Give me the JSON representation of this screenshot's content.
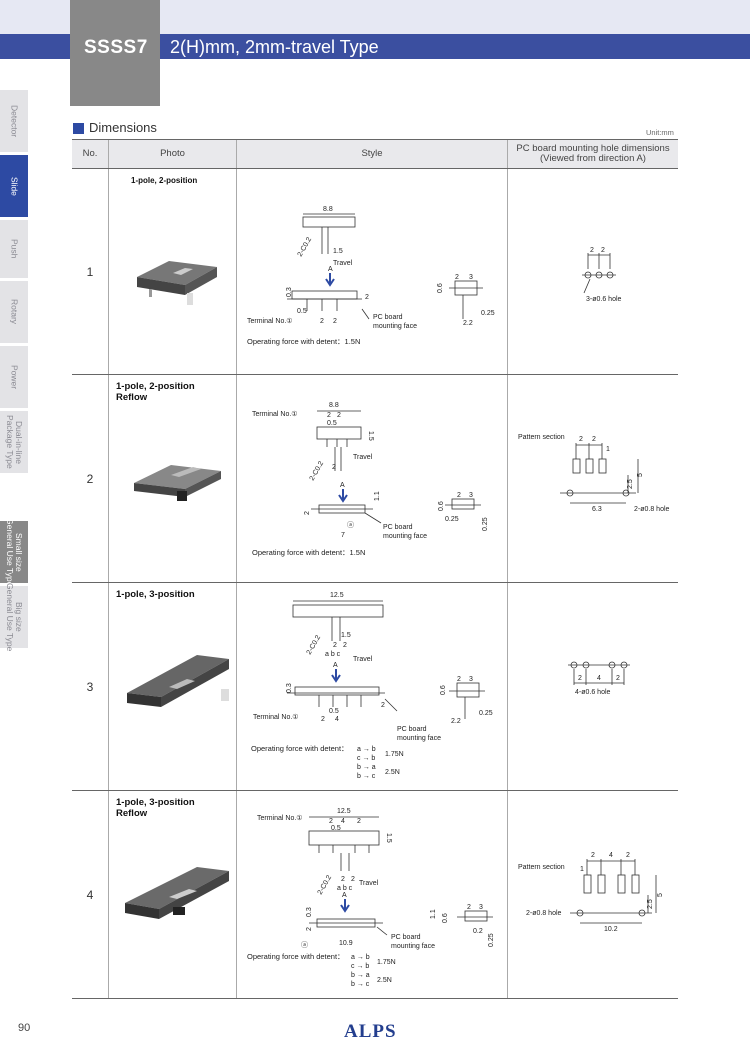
{
  "header": {
    "series": "SSSS7",
    "title": "2(H)mm, 2mm-travel Type"
  },
  "side_tabs": [
    {
      "label": "Detector"
    },
    {
      "label": "Slide"
    },
    {
      "label": "Push"
    },
    {
      "label": "Rotary"
    },
    {
      "label": "Power"
    },
    {
      "label": "Dual-in-line\nPackage Type"
    },
    {
      "label": "Small size\nGeneral Use Type"
    },
    {
      "label": "Big size\nGeneral Use Type"
    }
  ],
  "section": {
    "title": "Dimensions",
    "unit": "Unit:mm"
  },
  "table": {
    "headers": {
      "no": "No.",
      "photo": "Photo",
      "style": "Style",
      "hole_line1": "PC board mounting hole dimensions",
      "hole_line2": "(Viewed from direction A)"
    },
    "rows": [
      {
        "no": "1",
        "photo_line1": "1-pole, 2-position",
        "photo_line2": "",
        "style": {
          "width": "8.8",
          "d_15": "1.5",
          "chamfer": "2-C0.2",
          "travel": "Travel",
          "a": "A",
          "d_03": "0.3",
          "d_05": "0.5",
          "d_2a": "2",
          "d_2b": "2",
          "d_2c": "2",
          "terminal": "Terminal No.①",
          "pcb1": "PC board",
          "pcb2": "mounting face",
          "s_06": "0.6",
          "s_2": "2",
          "s_3": "3",
          "s_025": "0.25",
          "s_22": "2.2",
          "force": "Operating force with detent：1.5N"
        },
        "hole": {
          "p1": "2",
          "p2": "2",
          "note": "3-ø0.6 hole"
        }
      },
      {
        "no": "2",
        "photo_line1": "1-pole, 2-position",
        "photo_line2": "Reflow",
        "style": {
          "width": "8.8",
          "terminal": "Terminal No.①",
          "d_2a": "2",
          "d_2b": "2",
          "d_05": "0.5",
          "d_15": "1.5",
          "chamfer": "2-C0.2",
          "d_2c": "2",
          "travel": "Travel",
          "a": "A",
          "d_2d": "2",
          "d_11": "1.1",
          "a_lbl": "ⓐ",
          "d_7": "7",
          "pcb1": "PC board",
          "pcb2": "mounting face",
          "s_06": "0.6",
          "s_2": "2",
          "s_3": "3",
          "s_025a": "0.25",
          "s_025b": "0.25",
          "force": "Operating force with detent：1.5N"
        },
        "hole": {
          "pattern": "Pattern section",
          "p1": "2",
          "p2": "2",
          "p3": "1",
          "v5": "5",
          "v25": "2.5",
          "w63": "6.3",
          "note": "2-ø0.8 hole"
        }
      },
      {
        "no": "3",
        "photo_line1": "1-pole, 3-position",
        "photo_line2": "",
        "style": {
          "width": "12.5",
          "chamfer": "2-C0.2",
          "d_15": "1.5",
          "d_2a": "2",
          "d_2b": "2",
          "abc": "a  b  c",
          "travel": "Travel",
          "a": "A",
          "d_03": "0.3",
          "d_05": "0.5",
          "d_2c": "2",
          "d_4": "4",
          "d_2d": "2",
          "terminal": "Terminal No.①",
          "pcb1": "PC board",
          "pcb2": "mounting face",
          "s_06": "0.6",
          "s_2": "2",
          "s_3": "3",
          "s_025": "0.25",
          "s_22": "2.2",
          "force": "Operating force with detent：",
          "f1": "a → b",
          "f2": "c → b",
          "f3": "b → a",
          "f4": "b → c",
          "fa": "1.75N",
          "fb": "2.5N"
        },
        "hole": {
          "p1": "2",
          "p2": "4",
          "p3": "2",
          "note": "4-ø0.6 hole"
        }
      },
      {
        "no": "4",
        "photo_line1": "1-pole, 3-position",
        "photo_line2": "Reflow",
        "style": {
          "width": "12.5",
          "terminal": "Terminal No.①",
          "d_2a": "2",
          "d_4": "4",
          "d_2b": "2",
          "d_05": "0.5",
          "d_15": "1.5",
          "chamfer": "2-C0.2",
          "d_2c": "2",
          "d_2d": "2",
          "abc": "a  b  c",
          "travel": "Travel",
          "a": "A",
          "d_03": "0.3",
          "d_2e": "2",
          "d_11": "1.1",
          "d_109": "10.9",
          "a_lbl": "ⓐ",
          "pcb1": "PC board",
          "pcb2": "mounting face",
          "s_06": "0.6",
          "s_2": "2",
          "s_3": "3",
          "s_02": "0.2",
          "s_025": "0.25",
          "force": "Operating force with detent：",
          "f1": "a → b",
          "f2": "c → b",
          "f3": "b → a",
          "f4": "b → c",
          "fa": "1.75N",
          "fb": "2.5N"
        },
        "hole": {
          "pattern": "Pattern section",
          "p1": "2",
          "p2": "4",
          "p3": "2",
          "p4": "1",
          "v5": "5",
          "v25": "2.5",
          "w102": "10.2",
          "note": "2-ø0.8 hole"
        }
      }
    ]
  },
  "footer": {
    "page": "90",
    "logo": "ALPS"
  }
}
